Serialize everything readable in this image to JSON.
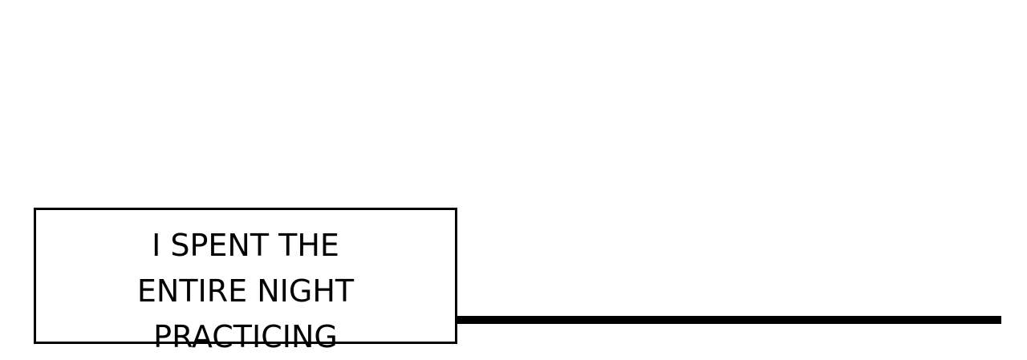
{
  "caption": {
    "lines": [
      "I SPENT THE",
      "ENTIRE NIGHT",
      "PRACTICING"
    ]
  },
  "colors": {
    "background": "#ffffff",
    "ink": "#000000"
  }
}
